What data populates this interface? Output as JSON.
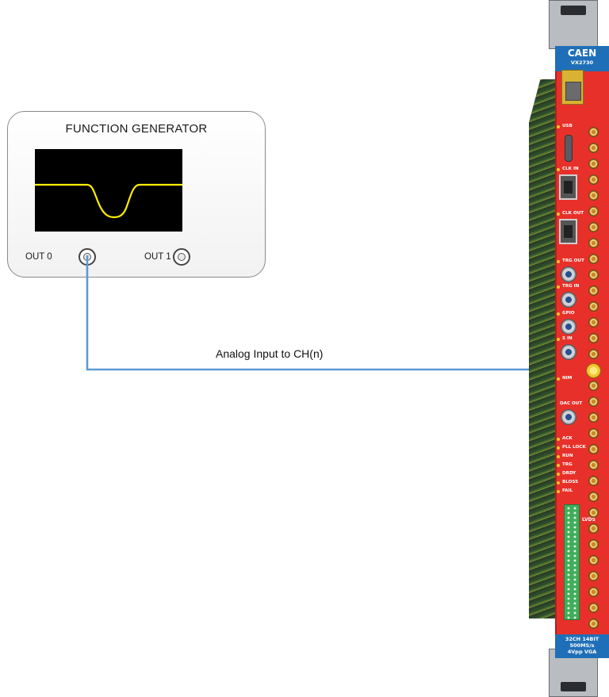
{
  "function_generator": {
    "title": "FUNCTION GENERATOR",
    "out0_label": "OUT 0",
    "out1_label": "OUT 1",
    "screen_background": "#000000",
    "waveform_color": "#ffee00"
  },
  "cable": {
    "label": "Analog Input to CH(n)",
    "color": "#5b9bd5"
  },
  "board": {
    "brand": "CAEN",
    "model": "VX2730",
    "front_labels": [
      "USB",
      "CLK IN",
      "CLK OUT",
      "TRG OUT",
      "TRG IN",
      "GPIO",
      "S IN",
      "NIM",
      "DAC OUT"
    ],
    "status_leds": [
      "ACK",
      "PLL LOCK",
      "RUN",
      "TRG",
      "DRDY",
      "BLOSS",
      "FAIL"
    ],
    "lvds_label": "LVDS",
    "spec_line1": "32CH 14BIT",
    "spec_line2": "500MS/s",
    "spec_line3": "4Vpp VGA",
    "colors": {
      "panel": "#e8302a",
      "blue": "#1f6fb8"
    }
  }
}
